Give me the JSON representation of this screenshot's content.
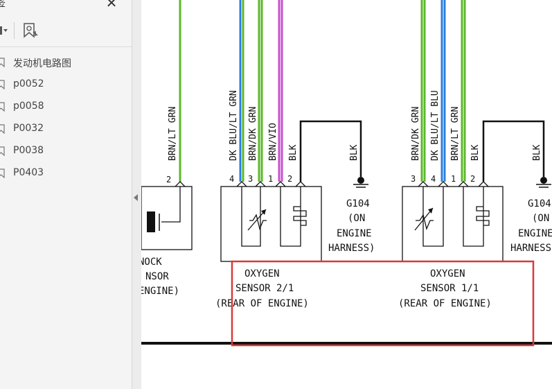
{
  "sidebar": {
    "title": "签",
    "bookmarks": [
      {
        "label": "发动机电路图"
      },
      {
        "label": "p0052"
      },
      {
        "label": "p0058"
      },
      {
        "label": "P0032"
      },
      {
        "label": "P0038"
      },
      {
        "label": "P0403"
      }
    ]
  },
  "diagram": {
    "wires": {
      "knock": "BRN/LT GRN",
      "o2_21": [
        "DK BLU/LT GRN",
        "BRN/DK GRN",
        "BRN/VIO",
        "BLK"
      ],
      "ground_left": "BLK",
      "o2_11": [
        "BRN/DK GRN",
        "DK BLU/LT BLU",
        "BRN/LT GRN",
        "BLK"
      ],
      "ground_right": "BLK"
    },
    "pins": {
      "knock": "2",
      "o2_21": [
        "4",
        "3",
        "1",
        "2"
      ],
      "o2_11": [
        "3",
        "4",
        "1",
        "2"
      ]
    },
    "ground_left": [
      "G104",
      "(ON",
      "ENGINE",
      "HARNESS)"
    ],
    "ground_right": [
      "G104",
      "(ON",
      "ENGINE",
      "HARNESS"
    ],
    "knock_sensor": [
      "NOCK",
      "NSOR",
      "ENGINE)"
    ],
    "o2_21": [
      "OXYGEN",
      "SENSOR 2/1",
      "(REAR OF ENGINE)"
    ],
    "o2_11": [
      "OXYGEN",
      "SENSOR 1/1",
      "(REAR OF ENGINE)"
    ]
  },
  "colors": {
    "green": "#5bb82a",
    "blue": "#2a7fe0",
    "violet": "#c94fcf",
    "highlight": "#d63a3a"
  }
}
